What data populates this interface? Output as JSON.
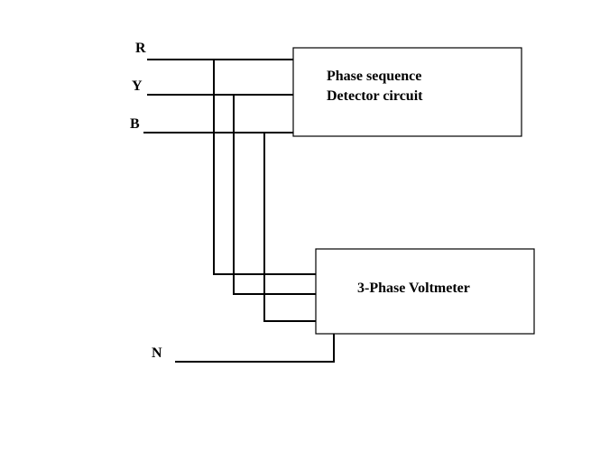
{
  "phases": {
    "r": "R",
    "y": "Y",
    "b": "B",
    "n": "N"
  },
  "detector": {
    "line1": "Phase sequence",
    "line2": "Detector circuit"
  },
  "voltmeter": {
    "label": "3-Phase Voltmeter"
  }
}
